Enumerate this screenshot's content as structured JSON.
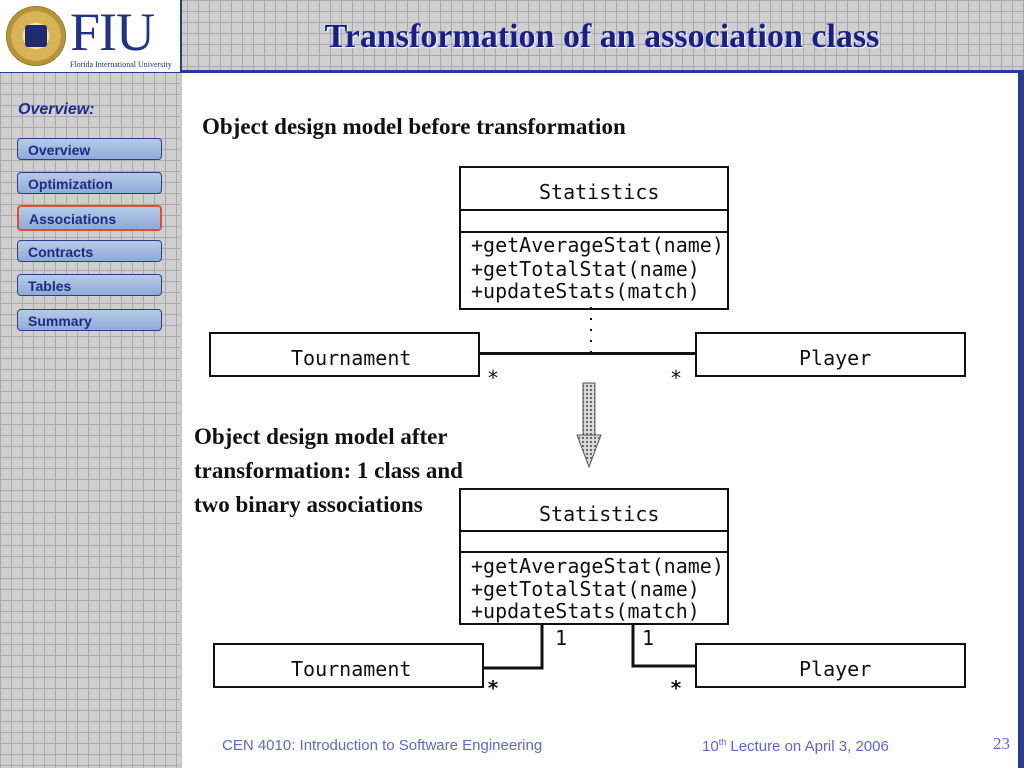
{
  "header": {
    "logo_text": "FIU",
    "logo_subtitle": "Florida International University",
    "title": "Transformation of an association class"
  },
  "sidebar": {
    "heading": "Overview:",
    "items": [
      {
        "label": "Overview",
        "active": false
      },
      {
        "label": "Optimization",
        "active": false
      },
      {
        "label": "Associations",
        "active": true
      },
      {
        "label": "Contracts",
        "active": false
      },
      {
        "label": "Tables",
        "active": false
      },
      {
        "label": "Summary",
        "active": false
      }
    ]
  },
  "diagram_before": {
    "heading": "Object design model before transformation",
    "class_name": "Statistics",
    "operations": [
      "+getAverageStat(name)",
      "+getTotalStat(name)",
      "+updateStats(match)"
    ],
    "left_class": "Tournament",
    "right_class": "Player",
    "left_mult": "*",
    "right_mult": "*"
  },
  "diagram_after": {
    "heading_line1": "Object design model after",
    "heading_line2": "transformation: 1 class and",
    "heading_line3": "two binary associations",
    "class_name": "Statistics",
    "operations": [
      "+getAverageStat(name)",
      "+getTotalStat(name)",
      "+updateStats(match)"
    ],
    "left_class": "Tournament",
    "right_class": "Player",
    "left_mult": "*",
    "right_mult": "*",
    "left_top_mult": "1",
    "right_top_mult": "1"
  },
  "footer": {
    "course": "CEN 4010: Introduction to Software Engineering",
    "lecture_num": "10",
    "lecture_sup": "th",
    "lecture_rest": " Lecture on April 3, 2006",
    "page_number": "23"
  }
}
